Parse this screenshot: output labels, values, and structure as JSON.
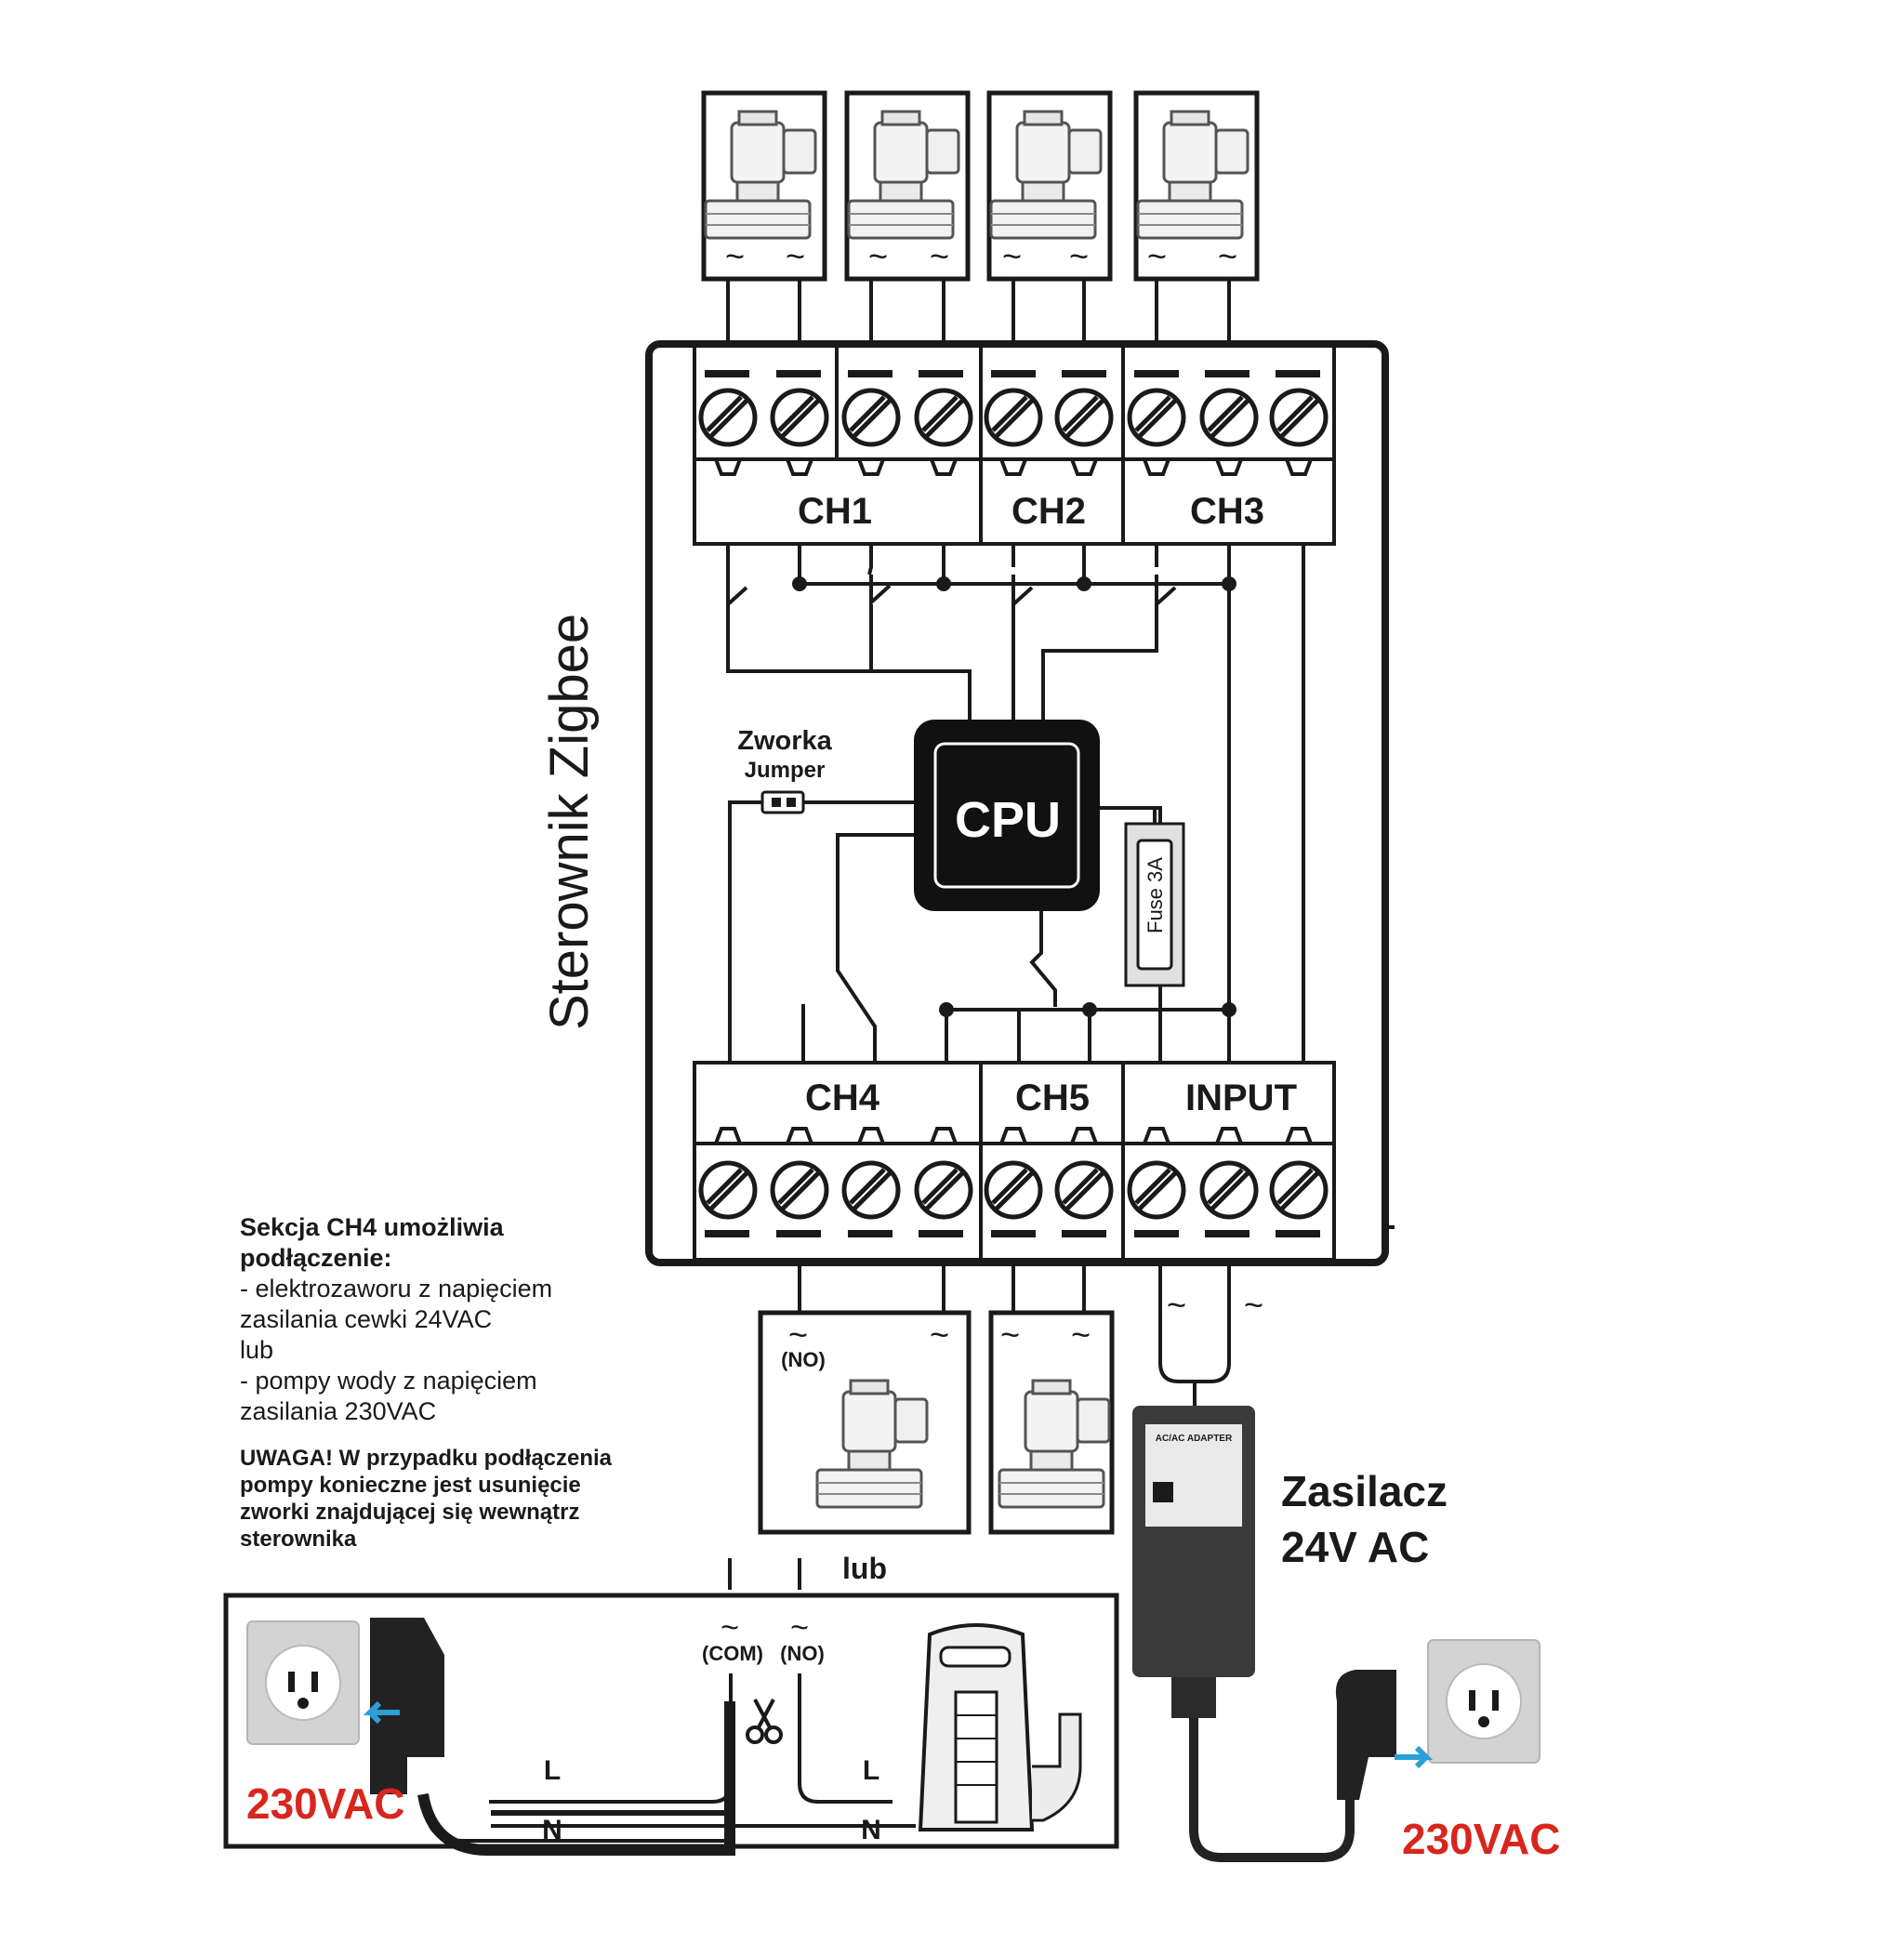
{
  "controller": {
    "title": "Sterownik Zigbee",
    "top_sections": [
      "CH1",
      "CH2",
      "CH3"
    ],
    "bottom_sections": [
      "CH4",
      "CH5",
      "INPUT"
    ],
    "cpu_label": "CPU",
    "jumper_label_pl": "Zworka",
    "jumper_label_en": "Jumper",
    "fuse_label": "Fuse 3A"
  },
  "valve_terminal_symbol": "~",
  "no_label": "(NO)",
  "com_label": "(COM)",
  "or_label": "lub",
  "wire_labels": {
    "live": "L",
    "neutral": "N"
  },
  "mains_voltage_left": "230VAC",
  "mains_voltage_right": "230VAC",
  "power_supply": {
    "title_line1": "Zasilacz",
    "title_line2": "24V AC",
    "adapter_caption": "AC/AC ADAPTER"
  },
  "ch4_note": {
    "heading_line1": "Sekcja CH4 umożliwia",
    "heading_line2": "podłączenie:",
    "lines": [
      "- elektrozaworu z napięciem",
      "zasilania cewki 24VAC",
      "lub",
      "- pompy wody z napięciem",
      "zasilania 230VAC"
    ]
  },
  "warning_note": {
    "lines": [
      "UWAGA! W przypadku podłączenia",
      "pompy konieczne jest usunięcie",
      "zworki znajdującej się wewnątrz",
      "sterownika"
    ]
  },
  "colors": {
    "line": "#1a1a1a",
    "cpu_fill": "#111111",
    "mains_red": "#d8261e",
    "arrow_blue": "#2aa0d6",
    "socket_grey": "#cfcfcf",
    "adapter_fill": "#3a3a3a"
  }
}
